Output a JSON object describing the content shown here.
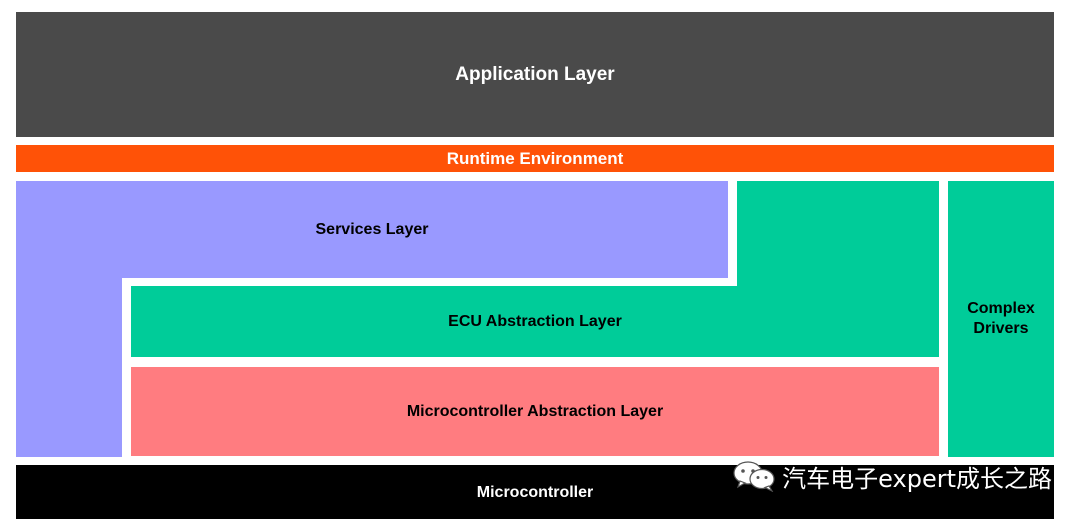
{
  "diagram": {
    "application_layer": "Application Layer",
    "runtime_environment": "Runtime Environment",
    "services_layer": "Services Layer",
    "ecu_abstraction_layer": "ECU Abstraction Layer",
    "microcontroller_abstraction_layer": "Microcontroller Abstraction Layer",
    "complex_drivers_line1": "Complex",
    "complex_drivers_line2": "Drivers",
    "microcontroller": "Microcontroller"
  },
  "watermark": {
    "icon": "wechat-icon",
    "text": "汽车电子expert成长之路"
  },
  "colors": {
    "application": "#4a4a4a",
    "runtime": "#ff5207",
    "services": "#9999ff",
    "ecu": "#00cc99",
    "mcal": "#ff7c80",
    "complex": "#00cc99",
    "microcontroller": "#000000"
  }
}
